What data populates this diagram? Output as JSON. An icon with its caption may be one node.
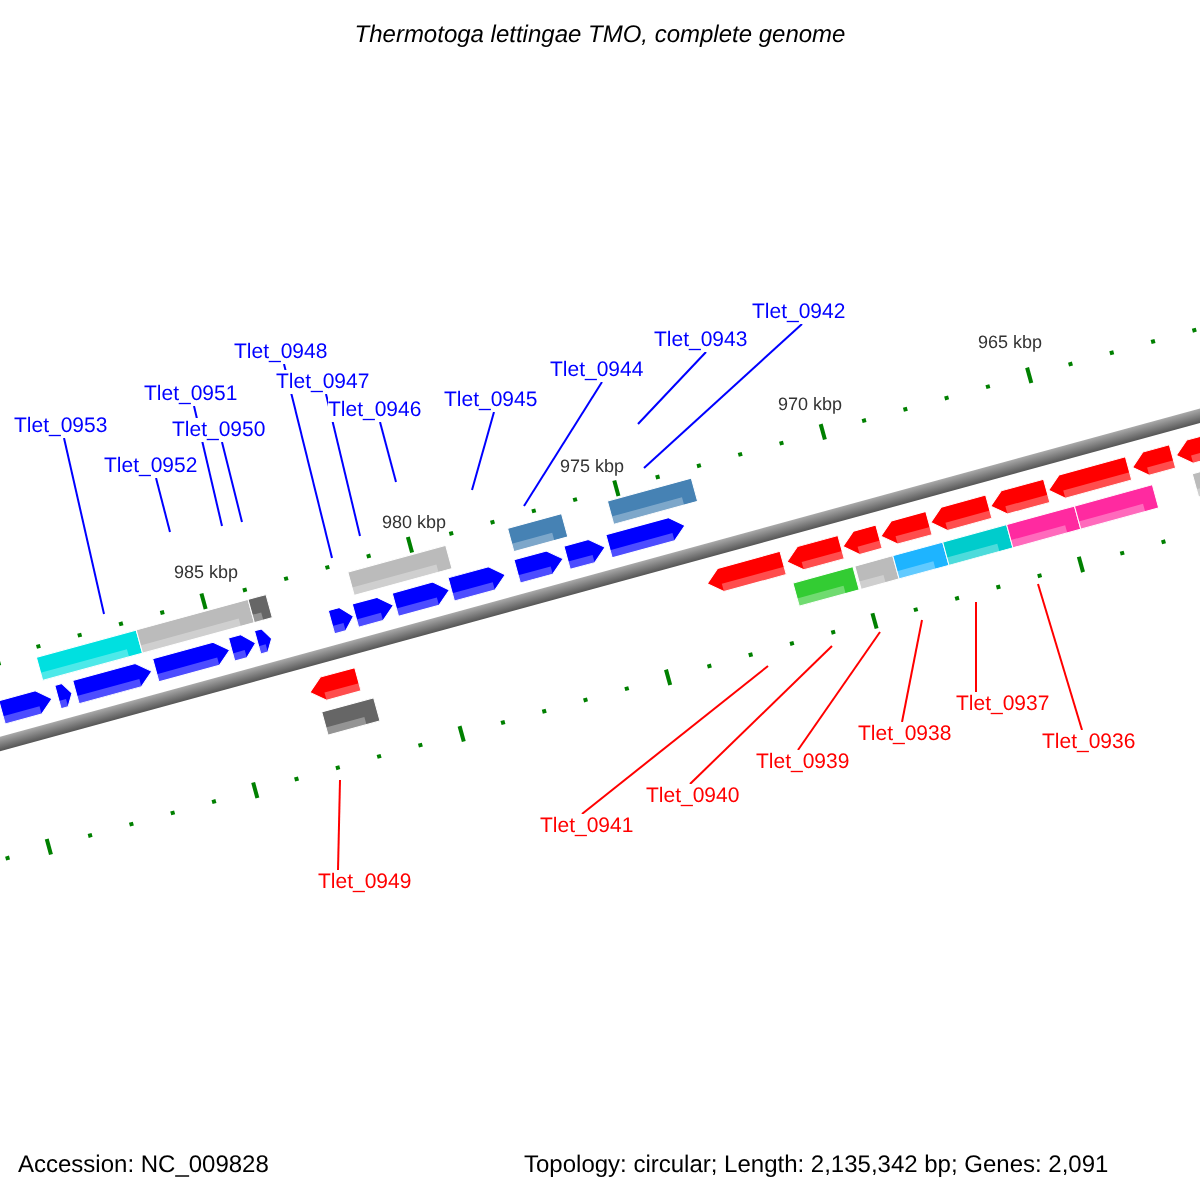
{
  "diagram": {
    "title": "Thermotoga lettingae TMO, complete genome",
    "nodes": [
      {
        "text": [
          "Tlet_0953"
        ]
      },
      {
        "text": [
          "Tlet_0952"
        ]
      },
      {
        "text": [
          "Tlet_0951"
        ]
      },
      {
        "text": [
          "Tlet_0950"
        ]
      },
      {
        "text": [
          "Tlet_0948"
        ]
      },
      {
        "text": [
          "Tlet_0947"
        ]
      },
      {
        "text": [
          "Tlet_0946"
        ]
      },
      {
        "text": [
          "Tlet_0945"
        ]
      },
      {
        "text": [
          "Tlet_0944"
        ]
      },
      {
        "text": [
          "Tlet_0943"
        ]
      },
      {
        "text": [
          "Tlet_0942"
        ]
      },
      {
        "text": [
          "Tlet_0949"
        ]
      },
      {
        "text": [
          "Tlet_0941"
        ]
      },
      {
        "text": [
          "Tlet_0940"
        ]
      },
      {
        "text": [
          "Tlet_0939"
        ]
      },
      {
        "text": [
          "Tlet_0938"
        ]
      },
      {
        "text": [
          "Tlet_0937"
        ]
      },
      {
        "text": [
          "Tlet_0936"
        ]
      }
    ],
    "edges": [
      {
        "from": 0,
        "to": null,
        "arrow": "none"
      },
      {
        "from": 1,
        "to": null,
        "arrow": "none"
      },
      {
        "from": 2,
        "to": null,
        "arrow": "none"
      },
      {
        "from": 3,
        "to": null,
        "arrow": "none"
      },
      {
        "from": 4,
        "to": null,
        "arrow": "none"
      },
      {
        "from": 5,
        "to": null,
        "arrow": "none"
      },
      {
        "from": 6,
        "to": null,
        "arrow": "none"
      },
      {
        "from": 7,
        "to": null,
        "arrow": "none"
      },
      {
        "from": 8,
        "to": null,
        "arrow": "none"
      },
      {
        "from": 9,
        "to": null,
        "arrow": "none"
      },
      {
        "from": 10,
        "to": null,
        "arrow": "none"
      },
      {
        "from": 11,
        "to": null,
        "arrow": "none",
        "color": "#ff0000"
      },
      {
        "from": 12,
        "to": null,
        "arrow": "none",
        "color": "#ff0000"
      },
      {
        "from": 13,
        "to": null,
        "arrow": "none",
        "color": "#ff0000"
      },
      {
        "from": 14,
        "to": null,
        "arrow": "none",
        "color": "#ff0000"
      },
      {
        "from": 15,
        "to": null,
        "arrow": "none",
        "color": "#ff0000"
      },
      {
        "from": 16,
        "to": null,
        "arrow": "none",
        "color": "#ff0000"
      },
      {
        "from": 17,
        "to": null,
        "arrow": "none",
        "color": "#ff0000"
      }
    ],
    "labels": [
      "965 kbp",
      "970 kbp",
      "975 kbp",
      "980 kbp",
      "985 kbp",
      "Accession: NC_009828",
      "Topology: circular; Length: 2,135,342 bp; Genes: 2,091"
    ]
  }
}
